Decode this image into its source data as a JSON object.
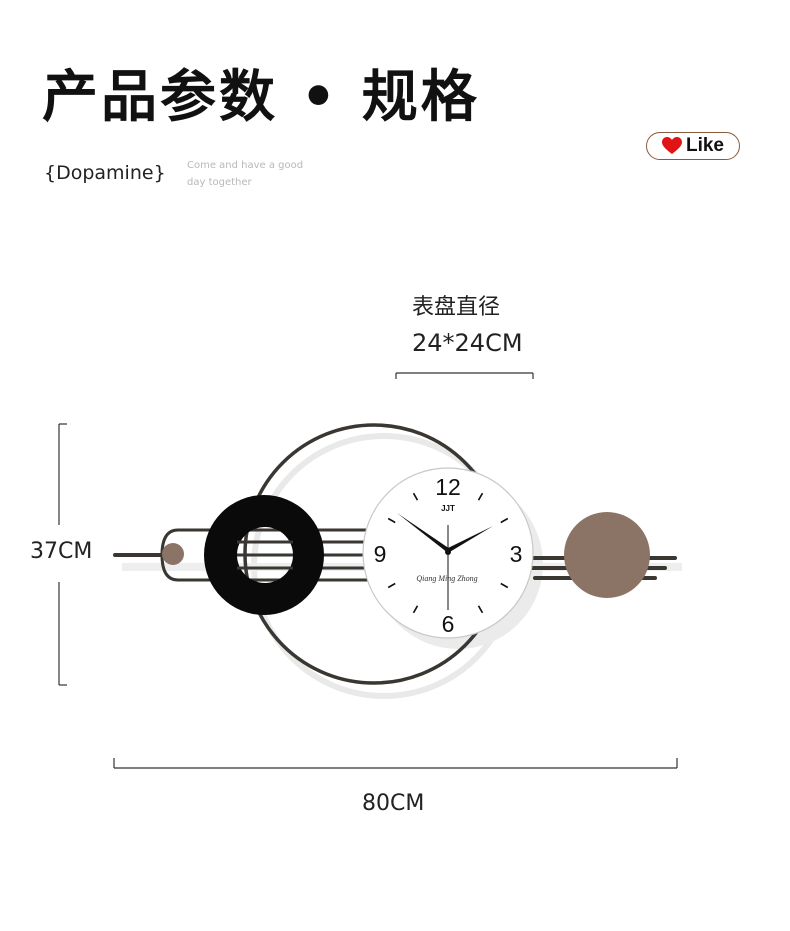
{
  "header": {
    "title": "产品参数 • 规格",
    "brand": "{Dopamine}",
    "tagline_line1": "Come and have a good",
    "tagline_line2": "day together"
  },
  "like_button": {
    "label": "Like",
    "icon": "heart-icon",
    "heart_color": "#e01414"
  },
  "dimensions": {
    "dial_label": "表盘直径",
    "dial_size": "24*24CM",
    "height": "37CM",
    "width": "80CM"
  },
  "clock": {
    "numerals": [
      "12",
      "3",
      "6",
      "9"
    ],
    "logo": "JJT",
    "script_text": "Qiang Ming Zhong"
  },
  "colors": {
    "ring": "#3a3632",
    "donut": "#0a0a0a",
    "taupe": "#8b7466",
    "clock_face": "#ffffff"
  }
}
